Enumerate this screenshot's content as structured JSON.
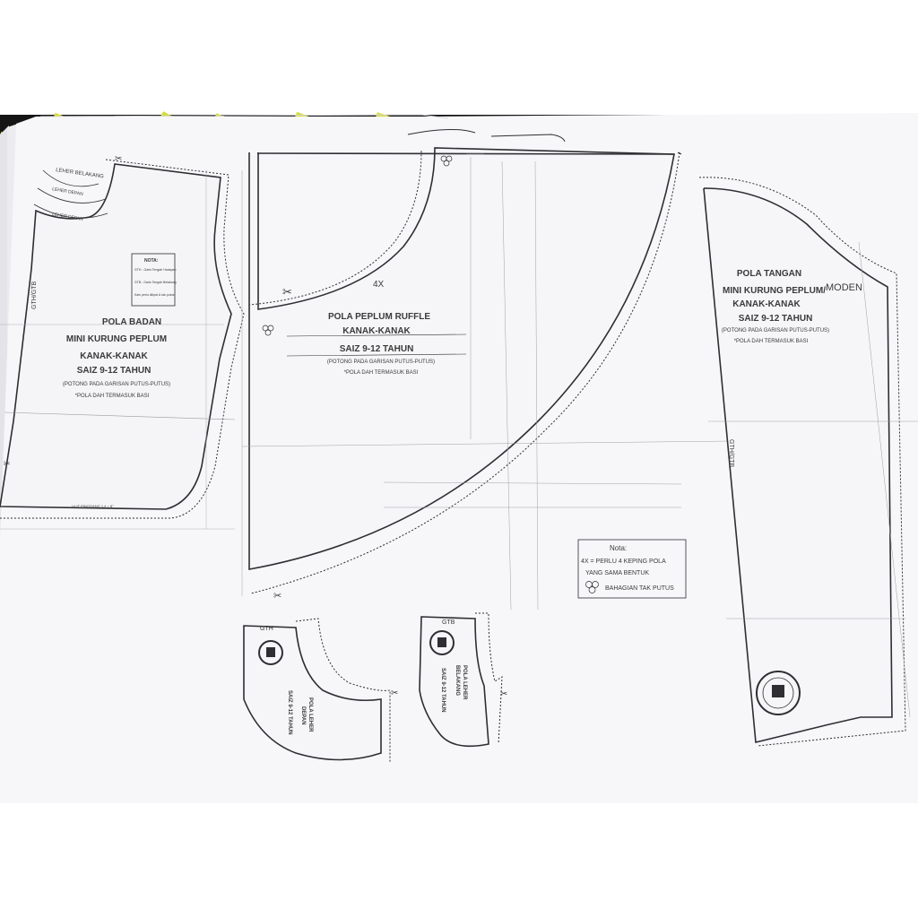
{
  "bodice": {
    "title1": "POLA BADAN",
    "title2": "MINI KURUNG PEPLUM",
    "title3": "KANAK-KANAK",
    "size": "SAIZ 9-12 TAHUN",
    "note1": "(POTONG PADA GARISAN PUTUS-PUTUS)",
    "note2": "*POLA DAH TERMASUK BASI",
    "side_mark": "GTH/GTB",
    "neck_label1": "LEHER BELAKANG",
    "neck_label2": "LEHER DEPAN",
    "neck_label3": "LEHER DEPAN",
    "hem_label": "LILIT PINGGANG 1.4 = 8\"",
    "box_title": "NOTA:",
    "box_line1": "GTH - Garis Tengah Hadapan",
    "box_line2": "GTB - Garis Tengah Belakang",
    "box_line3": "Kain perlu dilipat & tak putus"
  },
  "peplum": {
    "qty": "4X",
    "title1": "POLA PEPLUM RUFFLE",
    "title2": "KANAK-KANAK",
    "size": "SAIZ 9-12 TAHUN",
    "note1": "(POTONG PADA GARISAN PUTUS-PUTUS)",
    "note2": "*POLA DAH TERMASUK BASI"
  },
  "sleeve": {
    "title1": "POLA TANGAN",
    "title2": "MINI KURUNG PEPLUM/",
    "title2_hand": "MODEN",
    "title3": "KANAK-KANAK",
    "size": "SAIZ 9-12 TAHUN",
    "note1": "(POTONG PADA GARISAN PUTUS-PUTUS)",
    "note2": "*POLA DAH TERMASUK BASI",
    "side_mark": "GTH/GTB"
  },
  "legend": {
    "title": "Nota:",
    "line1": "4X = PERLU 4 KEPING POLA",
    "line2": "YANG SAMA BENTUK",
    "line3": "BAHAGIAN TAK PUTUS"
  },
  "neck_front": {
    "mark": "GTH",
    "title": "POLA LEHER",
    "sub": "DEPAN",
    "size": "SAIZ 9-12 TAHUN"
  },
  "neck_back": {
    "mark": "GTB",
    "title": "POLA LEHER",
    "sub": "BELAKANG",
    "size": "SAIZ 9-12 TAHUN"
  },
  "colors": {
    "paper": "#f7f7f9",
    "line": "#2e2e33",
    "fabric_black": "#151515",
    "fabric_yellow": "#d6dc3c"
  }
}
